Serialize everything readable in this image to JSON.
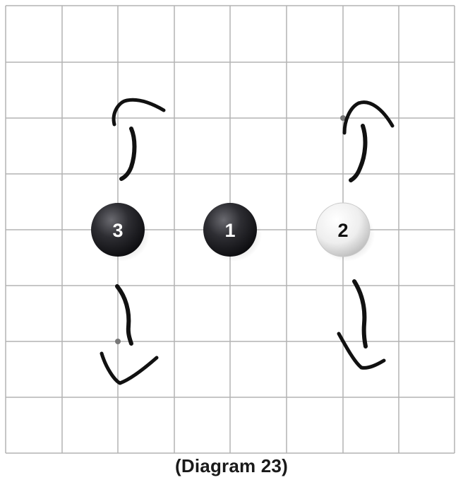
{
  "caption": "(Diagram 23)",
  "stones": [
    {
      "label": "3",
      "color": "black"
    },
    {
      "label": "1",
      "color": "black"
    },
    {
      "label": "2",
      "color": "white"
    }
  ],
  "colors": {
    "grid": "#b4b4b4",
    "black_stone": "#2a2a2e",
    "white_stone": "#f2f2f2",
    "ink": "#111111"
  }
}
